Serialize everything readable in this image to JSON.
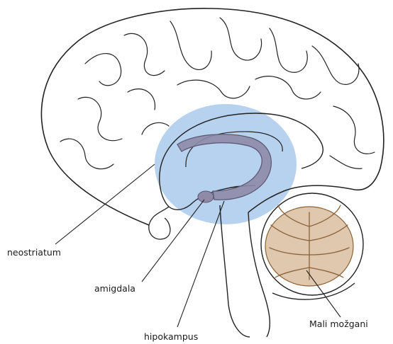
{
  "diagram": {
    "labels": {
      "neostriatum": "neostriatum",
      "amigdala": "amigdala",
      "hipokampus": "hipokampus",
      "cerebellum": "Mali možgani"
    },
    "colors": {
      "outline": "#222222",
      "highlight": "#9ec3ea",
      "hippocampus": "#8e8aa8",
      "cerebellum": "#c49a6c"
    }
  }
}
